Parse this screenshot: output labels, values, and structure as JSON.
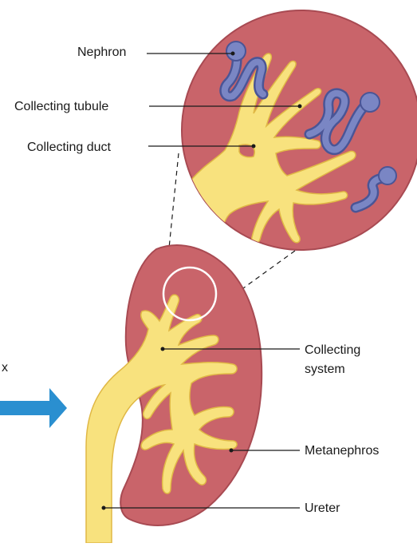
{
  "labels": {
    "nephron": "Nephron",
    "collecting_tubule": "Collecting tubule",
    "collecting_duct": "Collecting duct",
    "collecting_system_line1": "Collecting",
    "collecting_system_line2": "system",
    "metanephros": "Metanephros",
    "ureter": "Ureter",
    "cropped_fragment": "x"
  },
  "colors": {
    "kidney_fill": "#c9646a",
    "kidney_edge": "#a84a52",
    "duct_fill": "#f8e27e",
    "duct_edge": "#e0b845",
    "nephron_fill": "#7a86c4",
    "nephron_edge": "#4a5596",
    "arrow": "#2a8fd0"
  }
}
